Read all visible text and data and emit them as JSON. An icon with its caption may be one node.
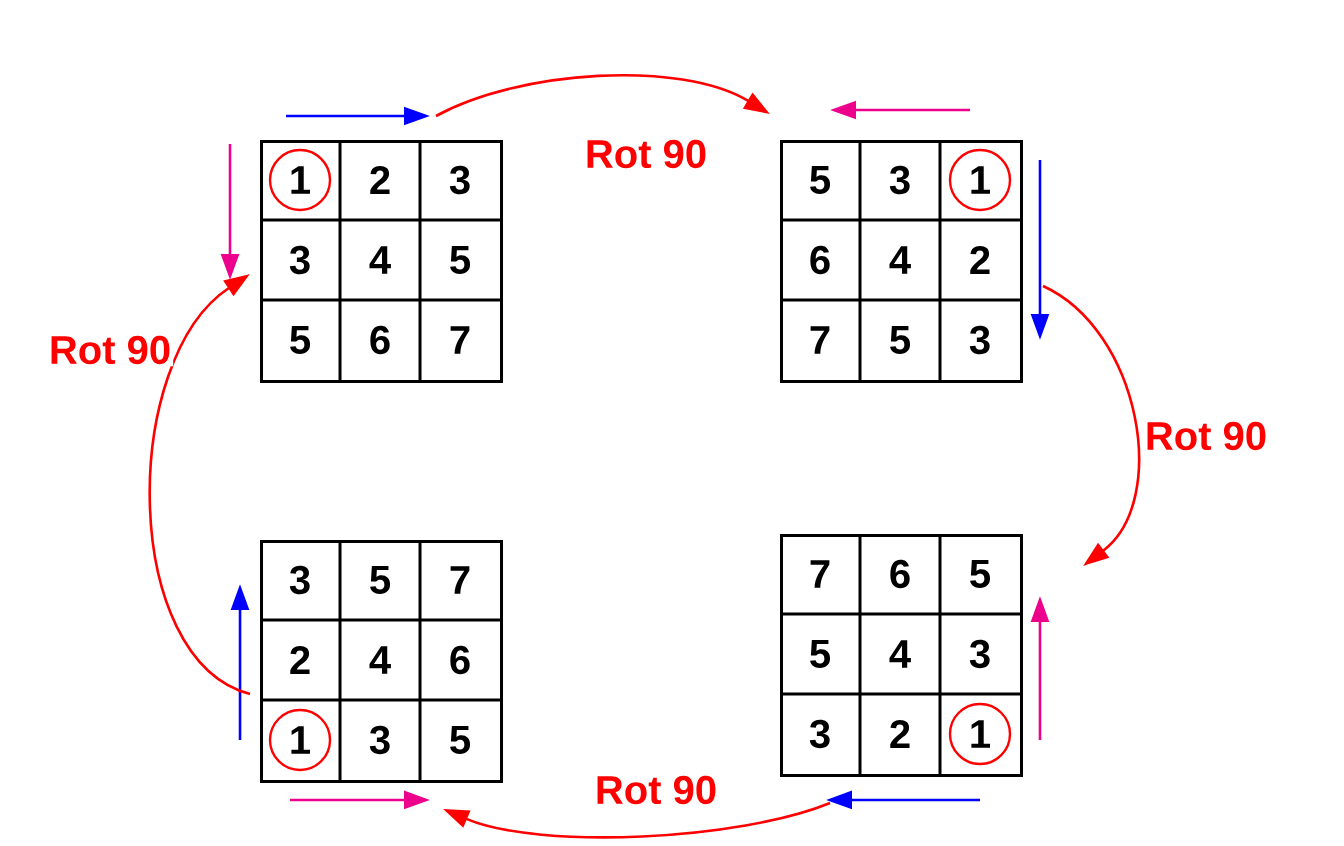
{
  "diagram": {
    "nodes": [
      {
        "text": [
          "1",
          "2",
          "3",
          "3",
          "4",
          "5",
          "5",
          "6",
          "7"
        ]
      },
      {
        "text": [
          "5",
          "3",
          "1",
          "6",
          "4",
          "2",
          "7",
          "5",
          "3"
        ]
      },
      {
        "text": [
          "7",
          "6",
          "5",
          "5",
          "4",
          "3",
          "3",
          "2",
          "1"
        ]
      },
      {
        "text": [
          "3",
          "5",
          "7",
          "2",
          "4",
          "6",
          "1",
          "3",
          "5"
        ]
      }
    ],
    "edges": [
      {
        "from": 0,
        "to": 1,
        "arrow": "to",
        "label": "Rot 90"
      },
      {
        "from": 1,
        "to": 2,
        "arrow": "to",
        "label": "Rot 90"
      },
      {
        "from": 2,
        "to": 3,
        "arrow": "to",
        "label": "Rot 90"
      },
      {
        "from": 3,
        "to": 0,
        "arrow": "to",
        "label": "Rot 90"
      }
    ]
  }
}
